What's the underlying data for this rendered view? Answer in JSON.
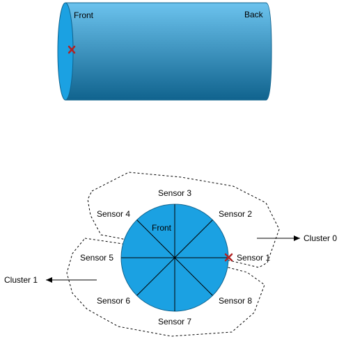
{
  "cylinder": {
    "front_label": "Front",
    "back_label": "Back",
    "fill_top": "#6cc3ee",
    "fill_bottom": "#10638e",
    "marker_color": "#b22222"
  },
  "cross_section": {
    "front_label": "Front",
    "fill": "#1ba1e2",
    "marker_color": "#b22222",
    "sensors": [
      {
        "id": "sensor-1",
        "label": "Sensor 1"
      },
      {
        "id": "sensor-2",
        "label": "Sensor 2"
      },
      {
        "id": "sensor-3",
        "label": "Sensor 3"
      },
      {
        "id": "sensor-4",
        "label": "Sensor 4"
      },
      {
        "id": "sensor-5",
        "label": "Sensor 5"
      },
      {
        "id": "sensor-6",
        "label": "Sensor 6"
      },
      {
        "id": "sensor-7",
        "label": "Sensor 7"
      },
      {
        "id": "sensor-8",
        "label": "Sensor 8"
      }
    ]
  },
  "clusters": [
    {
      "id": "cluster-0",
      "label": "Cluster 0"
    },
    {
      "id": "cluster-1",
      "label": "Cluster 1"
    }
  ]
}
